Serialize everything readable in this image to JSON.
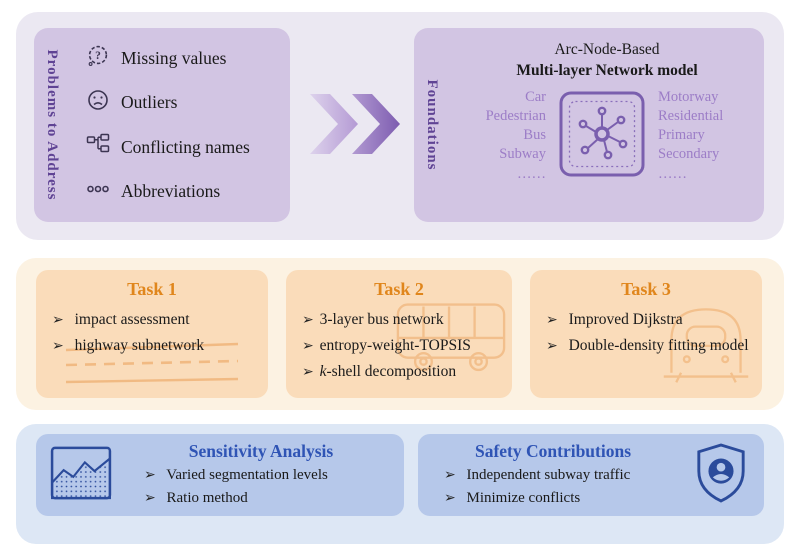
{
  "bullet": "➢",
  "colors": {
    "purple_band": "#ebe8f2",
    "purple_box": "#d2c5e3",
    "purple_accent": "#5f4394",
    "purple_list_text": "#9c7dc7",
    "orange_band": "#fcf2e2",
    "orange_box": "#fadcba",
    "orange_accent": "#e0861c",
    "blue_band": "#dde7f5",
    "blue_box": "#b6c8ea",
    "blue_accent": "#2f54b5"
  },
  "top": {
    "problems": {
      "side_label": "Problems to Address",
      "items": [
        {
          "icon": "thought-cloud-question-icon",
          "label": "Missing values"
        },
        {
          "icon": "sad-face-icon",
          "label": "Outliers"
        },
        {
          "icon": "hierarchy-icon",
          "label": "Conflicting names"
        },
        {
          "icon": "dots-icon",
          "label": "Abbreviations"
        }
      ]
    },
    "arrow_icon": "double-chevron-right-icon",
    "foundations": {
      "side_label": "Foundations",
      "title_line1": "Arc-Node-Based",
      "title_line2": "Multi-layer Network model",
      "left_list": [
        "Car",
        "Pedestrian",
        "Bus",
        "Subway"
      ],
      "left_more": "……",
      "center_icon": "network-graph-icon",
      "right_list": [
        "Motorway",
        "Residential",
        "Primary",
        "Secondary"
      ],
      "right_more": "……"
    }
  },
  "tasks": [
    {
      "title": "Task 1",
      "items": [
        "impact assessment",
        "highway subnetwork"
      ],
      "watermark_icon": "highway-road-icon"
    },
    {
      "title": "Task 2",
      "items": [
        "3-layer bus network",
        "entropy-weight-TOPSIS",
        "k-shell decomposition"
      ],
      "watermark_icon": "bus-icon"
    },
    {
      "title": "Task 3",
      "items": [
        "Improved Dijkstra",
        "Double-density fitting model"
      ],
      "watermark_icon": "train-icon"
    }
  ],
  "bottom": {
    "sensitivity": {
      "icon": "line-chart-icon",
      "title": "Sensitivity Analysis",
      "items": [
        "Varied segmentation levels",
        "Ratio method"
      ]
    },
    "safety": {
      "icon": "shield-user-icon",
      "title": "Safety Contributions",
      "items": [
        "Independent subway traffic",
        "Minimize conflicts"
      ]
    }
  }
}
